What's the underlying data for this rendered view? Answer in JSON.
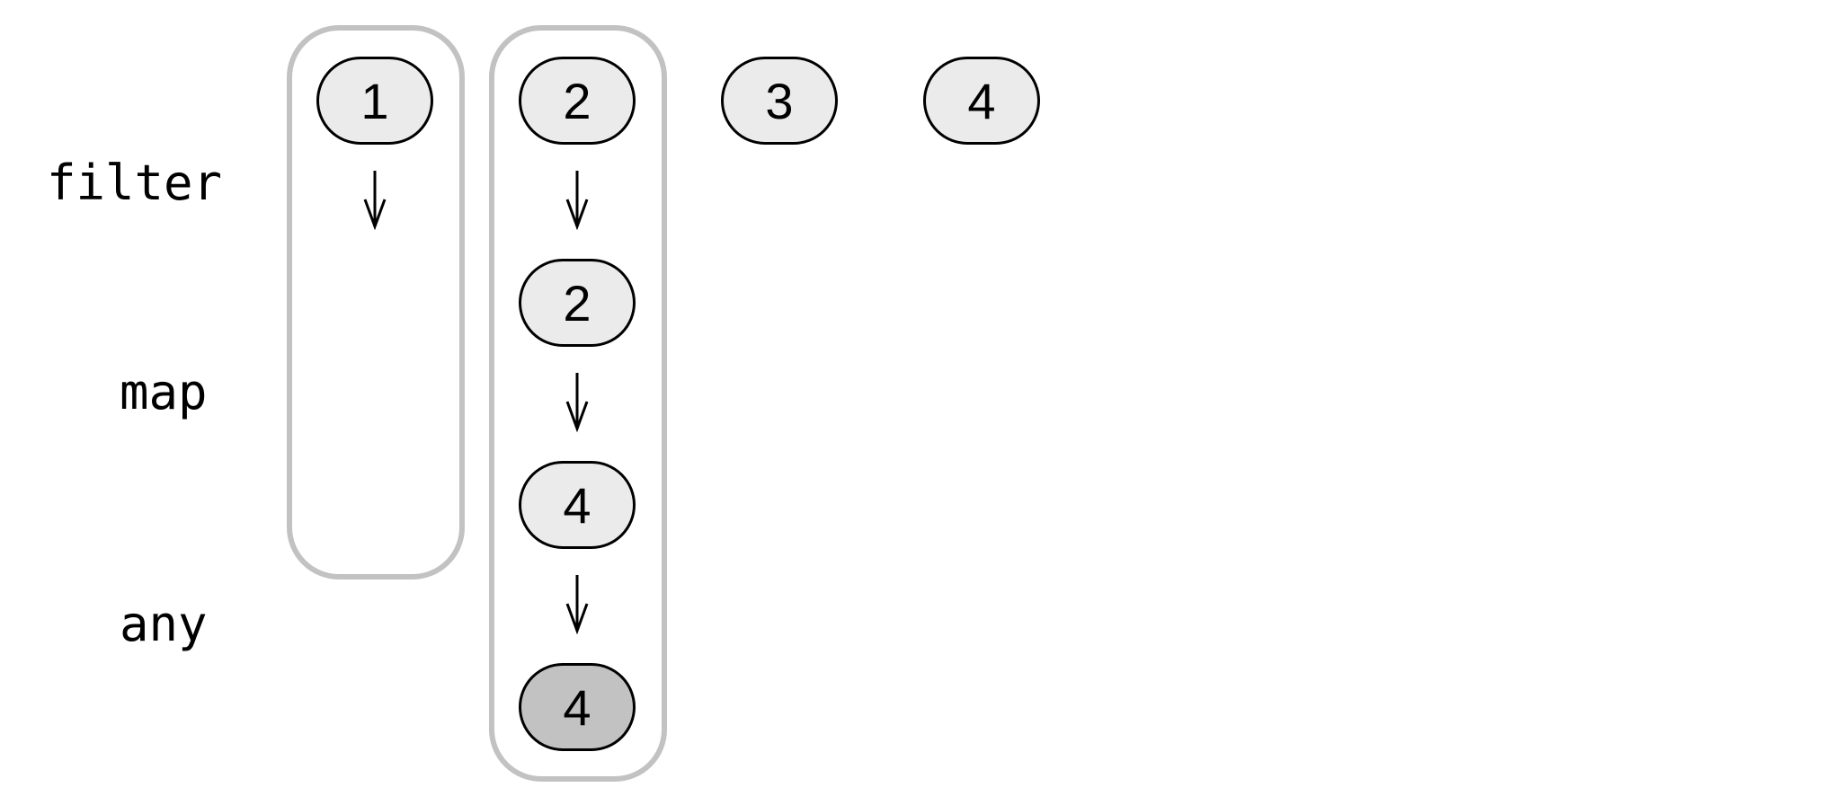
{
  "operations": {
    "filter": "filter",
    "map": "map",
    "any": "any"
  },
  "source_items": [
    "1",
    "2",
    "3",
    "4"
  ],
  "pipeline": {
    "item_1_filter": "1",
    "item_2_filter": "2",
    "item_2_map_input": "2",
    "item_2_map_output": "4",
    "item_2_any_result": "4"
  },
  "colors": {
    "node_fill": "#ebebeb",
    "result_fill": "#c2c2c2",
    "lane_border": "#c2c2c2",
    "stroke": "#000000"
  }
}
